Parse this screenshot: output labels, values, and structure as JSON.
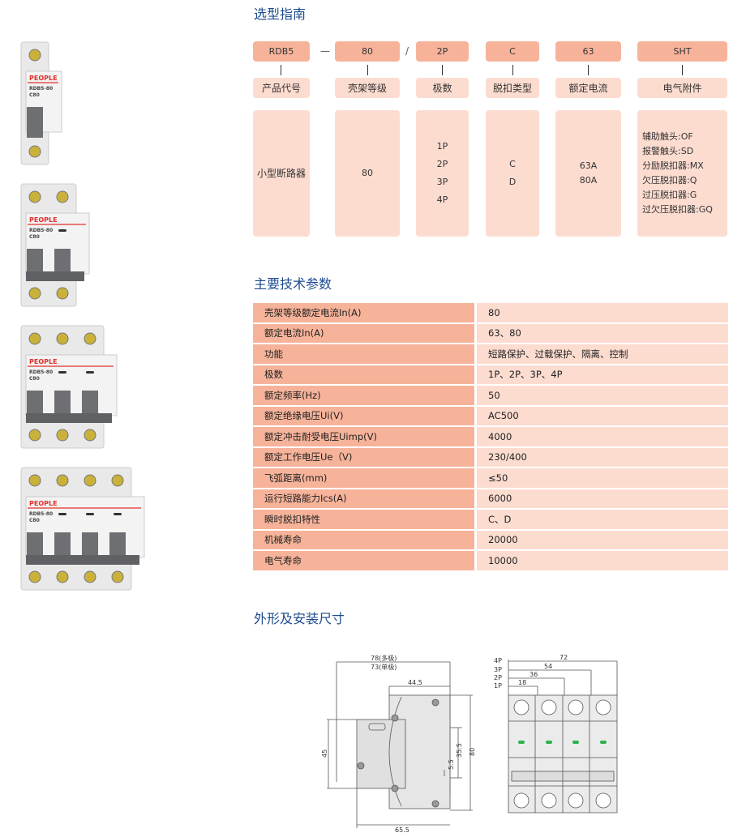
{
  "selection_guide": {
    "title": "选型指南",
    "codes": [
      "RDB5",
      "80",
      "2P",
      "C",
      "63",
      "SHT"
    ],
    "separators": [
      "—",
      "/"
    ],
    "labels": [
      "产品代号",
      "壳架等级",
      "极数",
      "脱扣类型",
      "额定电流",
      "电气附件"
    ],
    "details": {
      "product": "小型断路器",
      "frame": "80",
      "poles": [
        "1P",
        "2P",
        "3P",
        "4P"
      ],
      "trip": [
        "C",
        "D"
      ],
      "current": [
        "63A",
        "80A"
      ],
      "accessories": [
        "辅助触头:OF",
        "报警触头:SD",
        "分励脱扣器:MX",
        "欠压脱扣器:Q",
        "过压脱扣器:G",
        "过欠压脱扣器:GQ"
      ]
    }
  },
  "specs": {
    "title": "主要技术参数",
    "rows": [
      [
        "壳架等级额定电流Ⅰn(A)",
        "80"
      ],
      [
        "额定电流In(A)",
        "63、80"
      ],
      [
        "功能",
        "短路保护、过载保护、隔离、控制"
      ],
      [
        "极数",
        "1P、2P、3P、4P"
      ],
      [
        "额定频率(Hz)",
        "50"
      ],
      [
        "额定绝缘电压Ui(V)",
        "AC500"
      ],
      [
        "额定冲击耐受电压Uimp(V)",
        "4000"
      ],
      [
        "额定工作电压Ue（V)",
        "230/400"
      ],
      [
        "飞弧距离(mm)",
        "≤50"
      ],
      [
        "运行短路能力Ics(A)",
        "6000"
      ],
      [
        "瞬时脱扣特性",
        "C、D"
      ],
      [
        "机械寿命",
        "20000"
      ],
      [
        "电气寿命",
        "10000"
      ]
    ]
  },
  "dimensions": {
    "title": "外形及安装尺寸",
    "side": {
      "d78": "78(多极)",
      "d73": "73(单极)",
      "d445": "44.5",
      "d45": "45",
      "d55": "5.5",
      "d355": "35.5",
      "d80": "80",
      "d655": "65.5"
    },
    "front": {
      "p4": "4P",
      "p3": "3P",
      "p2": "2P",
      "p1": "1P",
      "d72": "72",
      "d54": "54",
      "d36": "36",
      "d18": "18"
    }
  },
  "product_images": {
    "brand": "PEOPLE",
    "model": "RDB5-80",
    "rating": "C80",
    "pole_counts": [
      1,
      2,
      3,
      4
    ]
  },
  "colors": {
    "title": "#1d4b8f",
    "code_box": "#f7b39a",
    "label_box": "#fddcd0",
    "brand_red": "#e0302a"
  }
}
